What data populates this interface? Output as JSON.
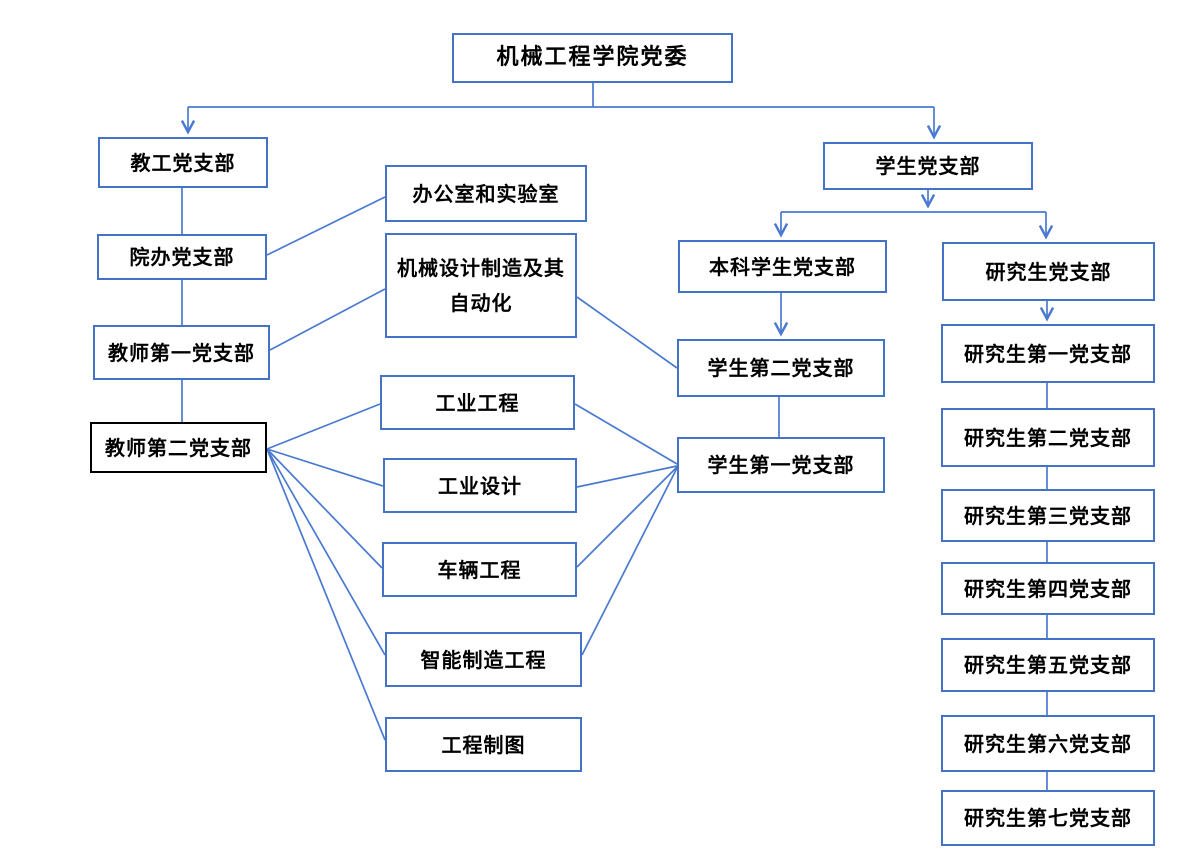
{
  "diagram": {
    "title": "机械工程学院党委",
    "type": "organization-chart",
    "colors": {
      "box_border": "#4472c4",
      "line": "#4a7ad0",
      "highlight_border": "#000000",
      "text": "#000000",
      "background": "#ffffff"
    }
  },
  "nodes": {
    "root": {
      "label": "机械工程学院党委"
    },
    "faculty_branch": {
      "label": "教工党支部"
    },
    "office_branch": {
      "label": "院办党支部"
    },
    "teacher_first": {
      "label": "教师第一党支部"
    },
    "teacher_second": {
      "label": "教师第二党支部"
    },
    "office_lab": {
      "label": "办公室和实验室"
    },
    "mech_design": {
      "label": "机械设计制造及其自动化",
      "line1": "机械设计制造及其",
      "line2": "自动化"
    },
    "industrial_eng": {
      "label": "工业工程"
    },
    "industrial_design": {
      "label": "工业设计"
    },
    "vehicle_eng": {
      "label": "车辆工程"
    },
    "intelligent_mfg": {
      "label": "智能制造工程"
    },
    "eng_drawing": {
      "label": "工程制图"
    },
    "student_branch": {
      "label": "学生党支部"
    },
    "undergrad_branch": {
      "label": "本科学生党支部"
    },
    "grad_branch": {
      "label": "研究生党支部"
    },
    "student_second": {
      "label": "学生第二党支部"
    },
    "student_first": {
      "label": "学生第一党支部"
    },
    "grad_first": {
      "label": "研究生第一党支部"
    },
    "grad_second": {
      "label": "研究生第二党支部"
    },
    "grad_third": {
      "label": "研究生第三党支部"
    },
    "grad_fourth": {
      "label": "研究生第四党支部"
    },
    "grad_fifth": {
      "label": "研究生第五党支部"
    },
    "grad_sixth": {
      "label": "研究生第六党支部"
    },
    "grad_seventh": {
      "label": "研究生第七党支部"
    }
  },
  "edges": [
    {
      "from": "root",
      "to": "top-junction",
      "points": [
        [
          593,
          83
        ],
        [
          593,
          107
        ]
      ],
      "arrow": false
    },
    {
      "from": "top-junction-left",
      "to": "top-junction-right",
      "points": [
        [
          188,
          107
        ],
        [
          934,
          107
        ]
      ],
      "arrow": false
    },
    {
      "from": "top-junction",
      "to": "faculty_branch",
      "points": [
        [
          188,
          107
        ],
        [
          188,
          132
        ]
      ],
      "arrow": true
    },
    {
      "from": "top-junction",
      "to": "student_branch",
      "points": [
        [
          934,
          107
        ],
        [
          934,
          137
        ]
      ],
      "arrow": true
    },
    {
      "from": "faculty_branch",
      "to": "office_branch",
      "points": [
        [
          182,
          188
        ],
        [
          182,
          234
        ]
      ],
      "arrow": false
    },
    {
      "from": "office_branch",
      "to": "teacher_first",
      "points": [
        [
          182,
          280
        ],
        [
          182,
          325
        ]
      ],
      "arrow": false
    },
    {
      "from": "teacher_first",
      "to": "teacher_second",
      "points": [
        [
          182,
          380
        ],
        [
          182,
          422
        ]
      ],
      "arrow": false
    },
    {
      "from": "office_branch",
      "to": "office_lab",
      "points": [
        [
          267,
          255
        ],
        [
          385,
          197
        ]
      ],
      "arrow": false
    },
    {
      "from": "teacher_first",
      "to": "mech_design",
      "points": [
        [
          270,
          350
        ],
        [
          385,
          289
        ]
      ],
      "arrow": false
    },
    {
      "from": "teacher_second",
      "to": "industrial_eng",
      "points": [
        [
          267,
          449
        ],
        [
          380,
          404
        ]
      ],
      "arrow": false
    },
    {
      "from": "teacher_second",
      "to": "industrial_design",
      "points": [
        [
          267,
          449
        ],
        [
          383,
          486
        ]
      ],
      "arrow": false
    },
    {
      "from": "teacher_second",
      "to": "vehicle_eng",
      "points": [
        [
          267,
          449
        ],
        [
          382,
          568
        ]
      ],
      "arrow": false
    },
    {
      "from": "teacher_second",
      "to": "intelligent_mfg",
      "points": [
        [
          267,
          449
        ],
        [
          385,
          655
        ]
      ],
      "arrow": false
    },
    {
      "from": "teacher_second",
      "to": "eng_drawing",
      "points": [
        [
          267,
          449
        ],
        [
          385,
          740
        ]
      ],
      "arrow": false
    },
    {
      "from": "mech_design",
      "to": "student_second",
      "points": [
        [
          577,
          297
        ],
        [
          677,
          368
        ]
      ],
      "arrow": false
    },
    {
      "from": "industrial_eng",
      "to": "student_first",
      "points": [
        [
          575,
          404
        ],
        [
          677,
          464
        ]
      ],
      "arrow": false
    },
    {
      "from": "industrial_design",
      "to": "student_first",
      "points": [
        [
          577,
          487
        ],
        [
          677,
          466
        ]
      ],
      "arrow": false
    },
    {
      "from": "vehicle_eng",
      "to": "student_first",
      "points": [
        [
          577,
          567
        ],
        [
          677,
          467
        ]
      ],
      "arrow": false
    },
    {
      "from": "intelligent_mfg",
      "to": "student_first",
      "points": [
        [
          582,
          655
        ],
        [
          677,
          468
        ]
      ],
      "arrow": false
    },
    {
      "from": "student_branch",
      "to": "students-junction",
      "points": [
        [
          928,
          190
        ],
        [
          928,
          206
        ]
      ],
      "arrow": true
    },
    {
      "from": "students-junction-left",
      "to": "students-junction-right",
      "points": [
        [
          781,
          212
        ],
        [
          1046,
          212
        ]
      ],
      "arrow": false
    },
    {
      "from": "students-junction",
      "to": "undergrad_branch",
      "points": [
        [
          781,
          212
        ],
        [
          781,
          235
        ]
      ],
      "arrow": true
    },
    {
      "from": "students-junction",
      "to": "grad_branch",
      "points": [
        [
          1046,
          212
        ],
        [
          1046,
          237
        ]
      ],
      "arrow": true
    },
    {
      "from": "undergrad_branch",
      "to": "student_second",
      "points": [
        [
          781,
          293
        ],
        [
          781,
          334
        ]
      ],
      "arrow": true
    },
    {
      "from": "student_second",
      "to": "student_first",
      "points": [
        [
          779,
          397
        ],
        [
          779,
          437
        ]
      ],
      "arrow": false
    },
    {
      "from": "grad_branch",
      "to": "grad_first",
      "points": [
        [
          1047,
          301
        ],
        [
          1047,
          319
        ]
      ],
      "arrow": true
    },
    {
      "from": "grad_first",
      "to": "grad_second",
      "points": [
        [
          1047,
          383
        ],
        [
          1047,
          408
        ]
      ],
      "arrow": false
    },
    {
      "from": "grad_second",
      "to": "grad_third",
      "points": [
        [
          1047,
          467
        ],
        [
          1047,
          489
        ]
      ],
      "arrow": false
    },
    {
      "from": "grad_third",
      "to": "grad_fourth",
      "points": [
        [
          1047,
          542
        ],
        [
          1047,
          562
        ]
      ],
      "arrow": false
    },
    {
      "from": "grad_fourth",
      "to": "grad_fifth",
      "points": [
        [
          1047,
          615
        ],
        [
          1047,
          638
        ]
      ],
      "arrow": false
    },
    {
      "from": "grad_fifth",
      "to": "grad_sixth",
      "points": [
        [
          1047,
          692
        ],
        [
          1047,
          715
        ]
      ],
      "arrow": false
    },
    {
      "from": "grad_sixth",
      "to": "grad_seventh",
      "points": [
        [
          1047,
          772
        ],
        [
          1047,
          790
        ]
      ],
      "arrow": false
    }
  ]
}
